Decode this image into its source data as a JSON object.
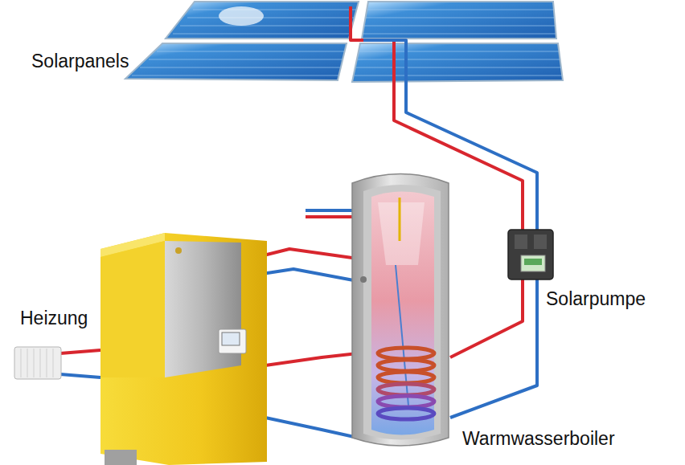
{
  "diagram": {
    "labels": [
      "Solarpanels",
      "Heizung",
      "Solarpumpe",
      "Warmwasserboiler"
    ]
  }
}
